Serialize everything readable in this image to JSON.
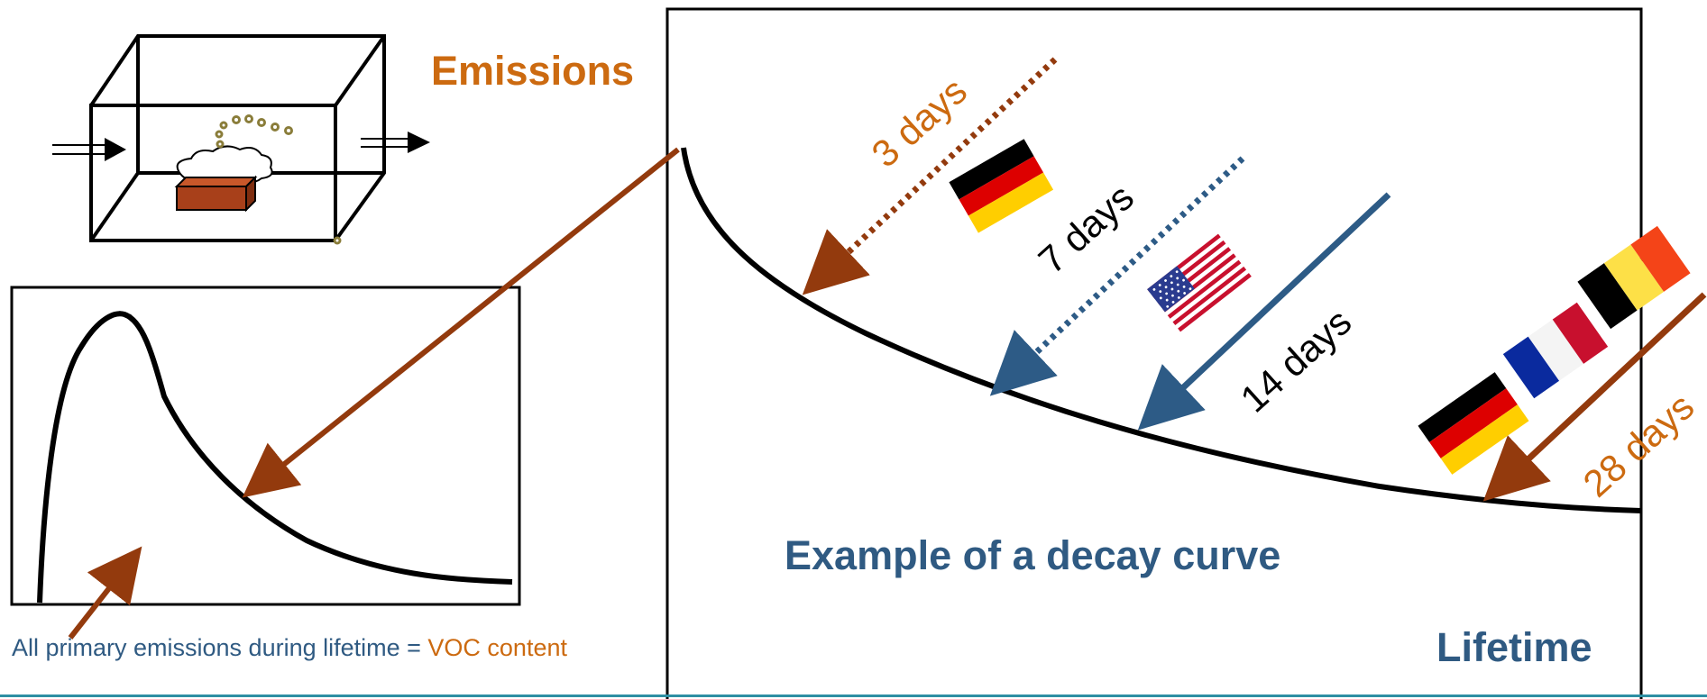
{
  "labels": {
    "emissions": "Emissions",
    "example_title": "Example of a decay curve",
    "lifetime": "Lifetime",
    "primary_emissions": "All primary emissions during lifetime = ",
    "voc_content": "VOC content"
  },
  "durations": [
    {
      "label": "3 days",
      "flags": [
        "germany"
      ]
    },
    {
      "label": "7 days",
      "flags": [
        "usa"
      ]
    },
    {
      "label": "14 days",
      "flags": []
    },
    {
      "label": "28 days",
      "flags": [
        "germany",
        "france",
        "belgium"
      ]
    }
  ],
  "colors": {
    "orange_text": "#cc6a10",
    "blue_text": "#2f5a82",
    "brown_arrow": "#933a0d",
    "blue_arrow": "#2d5b86",
    "curve": "#000000",
    "brick": "#a8401a",
    "footer_line": "#2e8fa3"
  },
  "icons": [
    "emission-chamber-icon",
    "germany-flag-icon",
    "usa-flag-icon",
    "france-flag-icon",
    "belgium-flag-icon"
  ]
}
